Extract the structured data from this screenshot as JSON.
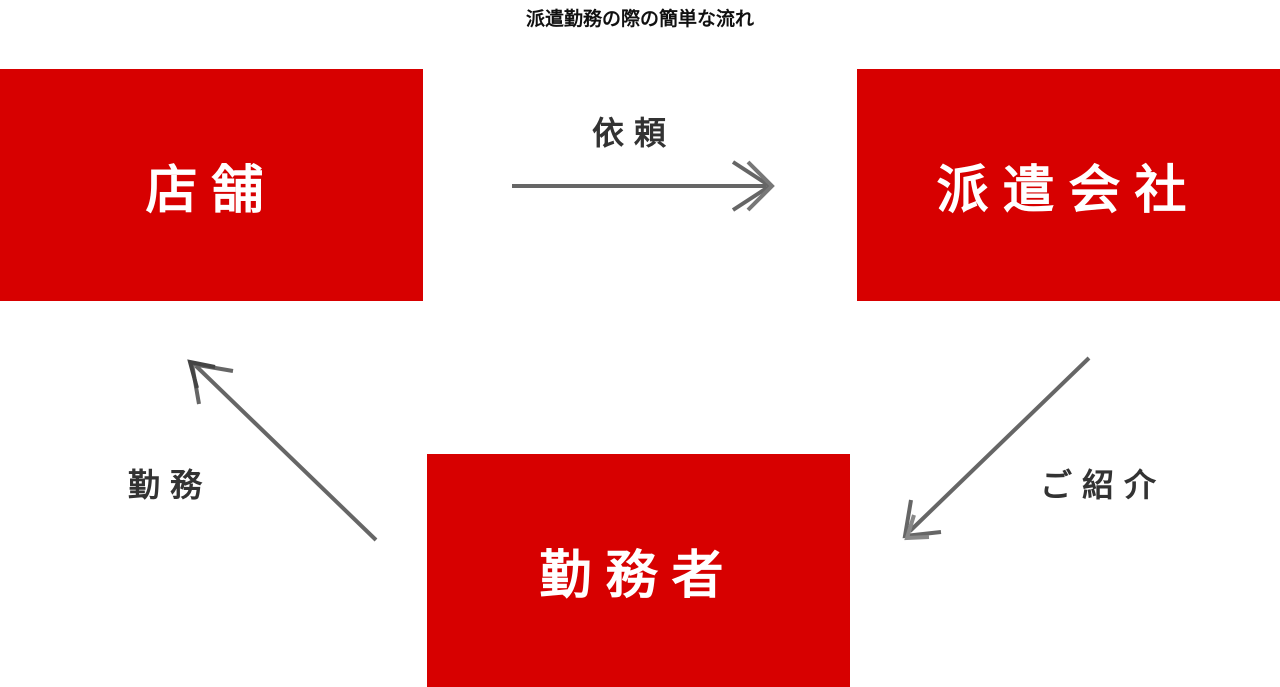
{
  "title": "派遣勤務の際の簡単な流れ",
  "nodes": {
    "store": "店舗",
    "agency": "派遣会社",
    "worker": "勤務者"
  },
  "edges": {
    "request": "依頼",
    "introduce": "ご紹介",
    "work": "勤務"
  },
  "colors": {
    "box": "#d70000",
    "arrow": "#666666"
  }
}
